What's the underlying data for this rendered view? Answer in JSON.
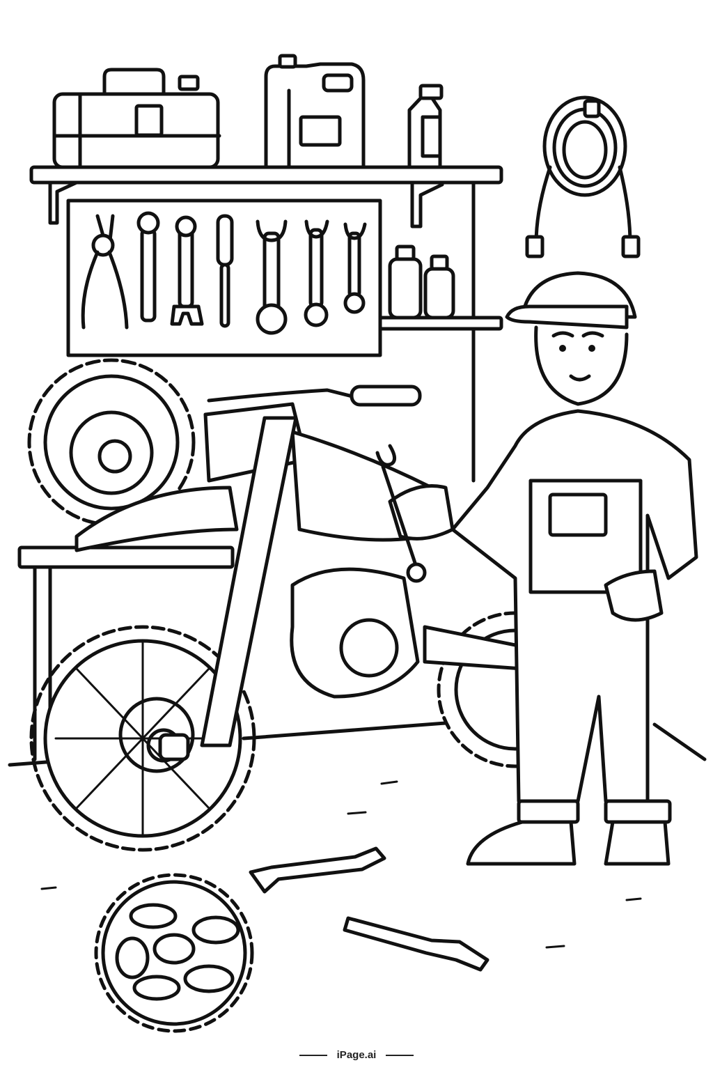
{
  "illustration": {
    "title": "Mechanic repairing a dirt bike coloring page",
    "style": "black line art on white",
    "colors": {
      "line": "#111111",
      "background": "#ffffff"
    },
    "objects": [
      "toolbox",
      "oil-jug",
      "bottle",
      "coiled-cable",
      "pegboard",
      "pliers",
      "wrenches",
      "screwdriver",
      "small-bottles",
      "spare-tire",
      "workbench",
      "dirt-bike",
      "mechanic",
      "floor-wrenches",
      "sprocket"
    ]
  },
  "watermark": {
    "text": "iPage.ai"
  }
}
